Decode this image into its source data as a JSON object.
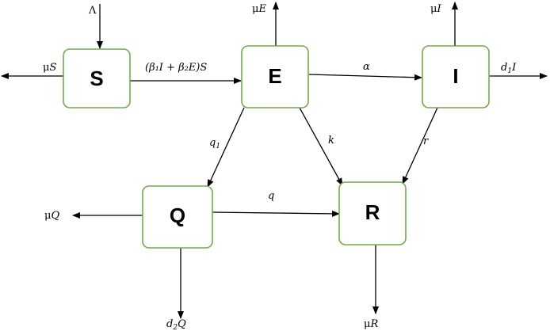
{
  "nodes": {
    "S": {
      "label": "S"
    },
    "E": {
      "label": "E"
    },
    "I": {
      "label": "I"
    },
    "Q": {
      "label": "Q"
    },
    "R": {
      "label": "R"
    }
  },
  "edges": {
    "recruitment": "Λ",
    "death_S": {
      "mu": "μ",
      "var": "S"
    },
    "S_to_E": "(β₁I + β₂E)S",
    "death_E": {
      "mu": "μ",
      "var": "E"
    },
    "E_to_I": "α",
    "death_I": {
      "mu": "μ",
      "var": "I"
    },
    "disease_death_I": {
      "coef": "d",
      "sub": "1",
      "var": "I"
    },
    "E_to_Q": {
      "sym": "q",
      "sub": "1"
    },
    "E_to_R": "k",
    "I_to_R": "r",
    "Q_to_R": "q",
    "death_Q": {
      "mu": "μ",
      "var": "Q"
    },
    "disease_death_Q": {
      "coef": "d",
      "sub": "2",
      "var": "Q"
    },
    "death_R": {
      "mu": "μ",
      "var": "R"
    }
  }
}
